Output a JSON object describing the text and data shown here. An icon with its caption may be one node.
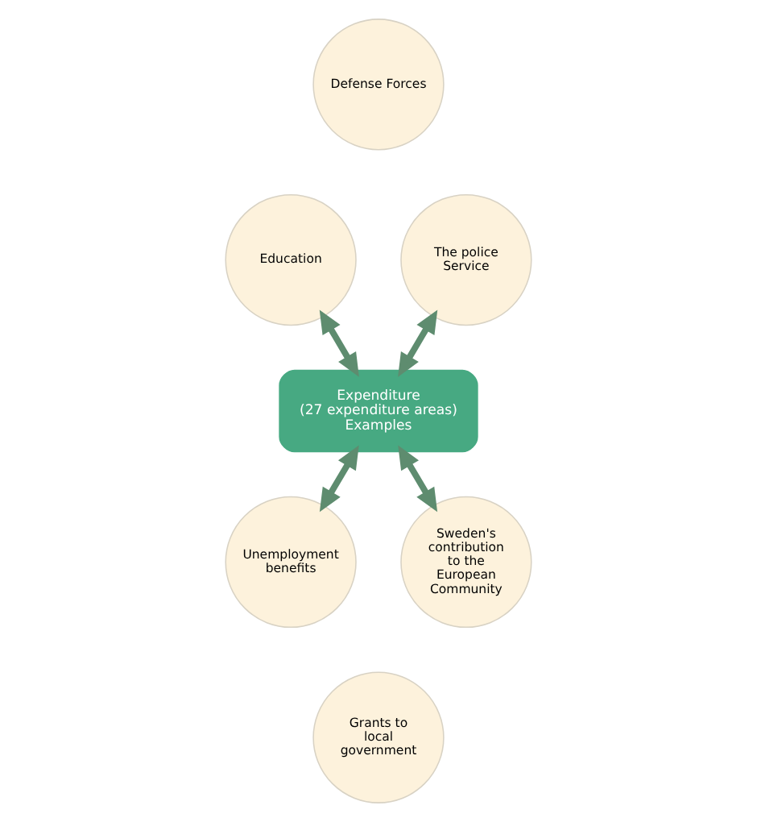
{
  "diagram": {
    "nodes": [
      {
        "text": [
          "Defense Forces"
        ]
      },
      {
        "text": [
          "Education"
        ]
      },
      {
        "text": [
          "The police Service"
        ]
      },
      {
        "text": [
          "Expenditure",
          "(27 expenditure areas)",
          "Examples"
        ]
      },
      {
        "text": [
          "Unemployment benefits"
        ]
      },
      {
        "text": [
          "Sweden's contribution to the European Community"
        ]
      },
      {
        "text": [
          "Grants to local government"
        ]
      }
    ],
    "edges": [
      {
        "from": 1,
        "to": 3,
        "arrow": "both"
      },
      {
        "from": 2,
        "to": 3,
        "arrow": "both"
      },
      {
        "from": 3,
        "to": 4,
        "arrow": "both"
      },
      {
        "from": 3,
        "to": 5,
        "arrow": "both"
      }
    ]
  }
}
